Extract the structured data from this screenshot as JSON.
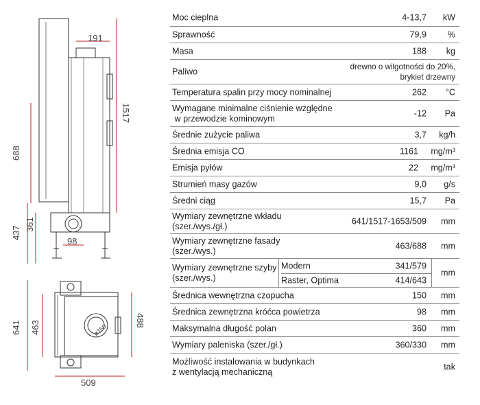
{
  "dims": {
    "top_width": "191",
    "total_height": "1517",
    "facade_height": "688",
    "bottom_height": "437",
    "flue_height": "361",
    "air_diameter": "98",
    "plan_depth": "641",
    "plan_inner": "463",
    "plan_front": "488",
    "plan_width": "509",
    "flue_diameter": "ø150"
  },
  "specs": [
    {
      "label": "Moc cieplna",
      "value": "4-13,7",
      "unit": "kW"
    },
    {
      "label": "Sprawność",
      "value": "79,9",
      "unit": "%"
    },
    {
      "label": "Masa",
      "value": "188",
      "unit": "kg"
    },
    {
      "label": "Paliwo",
      "value": "drewno o wilgotności do 20%,\nbrykiet drzewny",
      "unit": ""
    },
    {
      "label": "Temperatura spalin przy mocy nominalnej",
      "value": "262",
      "unit": "°C"
    },
    {
      "label": "Wymagane minimalne ciśnienie względne\n w przewodzie kominowym",
      "value": "-12",
      "unit": "Pa"
    },
    {
      "label": "Średnie zużycie paliwa",
      "value": "3,7",
      "unit": "kg/h"
    },
    {
      "label": "Średnia emisja CO",
      "value": "1161",
      "unit": "mg/m³"
    },
    {
      "label": "Emisja pyłów",
      "value": "22",
      "unit": "mg/m³"
    },
    {
      "label": "Strumień masy gazów",
      "value": "9,0",
      "unit": "g/s"
    },
    {
      "label": "Średni ciąg",
      "value": "15,7",
      "unit": "Pa"
    },
    {
      "label": "Wymiary zewnętrzne wkładu\n(szer./wys./gł.)",
      "value": "641/1517-1653/509",
      "unit": "mm"
    },
    {
      "label": "Wymiary zewnętrzne fasady\n(szer./wys.)",
      "value": "463/688",
      "unit": "mm"
    },
    {
      "label": "Wymiary zewnętrzne szyby\n(szer./wys.)",
      "value": "",
      "unit": "mm",
      "options": [
        {
          "name": "Modern",
          "value": "341/579"
        },
        {
          "name": "Raster, Optima",
          "value": "414/643"
        }
      ]
    },
    {
      "label": "Średnica wewnętrzna czopucha",
      "value": "150",
      "unit": "mm"
    },
    {
      "label": "Średnica zewnętrzna króćca powietrza",
      "value": "98",
      "unit": "mm"
    },
    {
      "label": "Maksymalna długość polan",
      "value": "360",
      "unit": "mm"
    },
    {
      "label": "Wymiary paleniska (szer./gł.)",
      "value": "360/330",
      "unit": "mm"
    },
    {
      "label": "Możliwość instalowania w budynkach\nz wentylacją mechaniczną",
      "value": "",
      "unit": "tak"
    }
  ]
}
